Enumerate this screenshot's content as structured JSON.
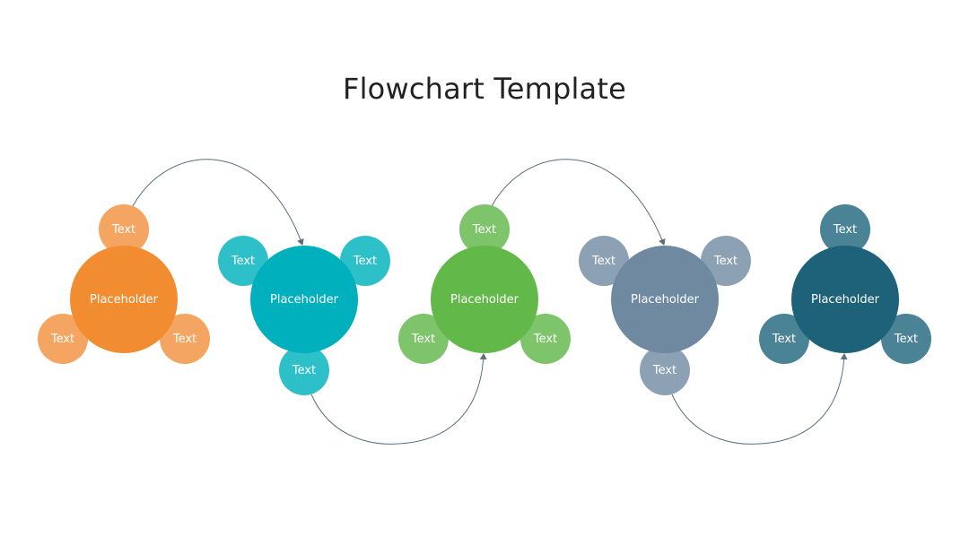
{
  "title": "Flowchart Template",
  "nodes": [
    {
      "label": "Placeholder",
      "color": "#F28C30",
      "sat_color": "#F4A561",
      "satellites": [
        "Text",
        "Text",
        "Text"
      ]
    },
    {
      "label": "Placeholder",
      "color": "#00B0BC",
      "sat_color": "#2EC0C8",
      "satellites": [
        "Text",
        "Text",
        "Text"
      ]
    },
    {
      "label": "Placeholder",
      "color": "#63B84A",
      "sat_color": "#7DC46A",
      "satellites": [
        "Text",
        "Text",
        "Text"
      ]
    },
    {
      "label": "Placeholder",
      "color": "#6E89A0",
      "sat_color": "#8CA1B4",
      "satellites": [
        "Text",
        "Text",
        "Text"
      ]
    },
    {
      "label": "Placeholder",
      "color": "#1D6278",
      "sat_color": "#4A8395",
      "satellites": [
        "Text",
        "Text",
        "Text"
      ]
    }
  ],
  "connector_color": "#5A6E7E"
}
